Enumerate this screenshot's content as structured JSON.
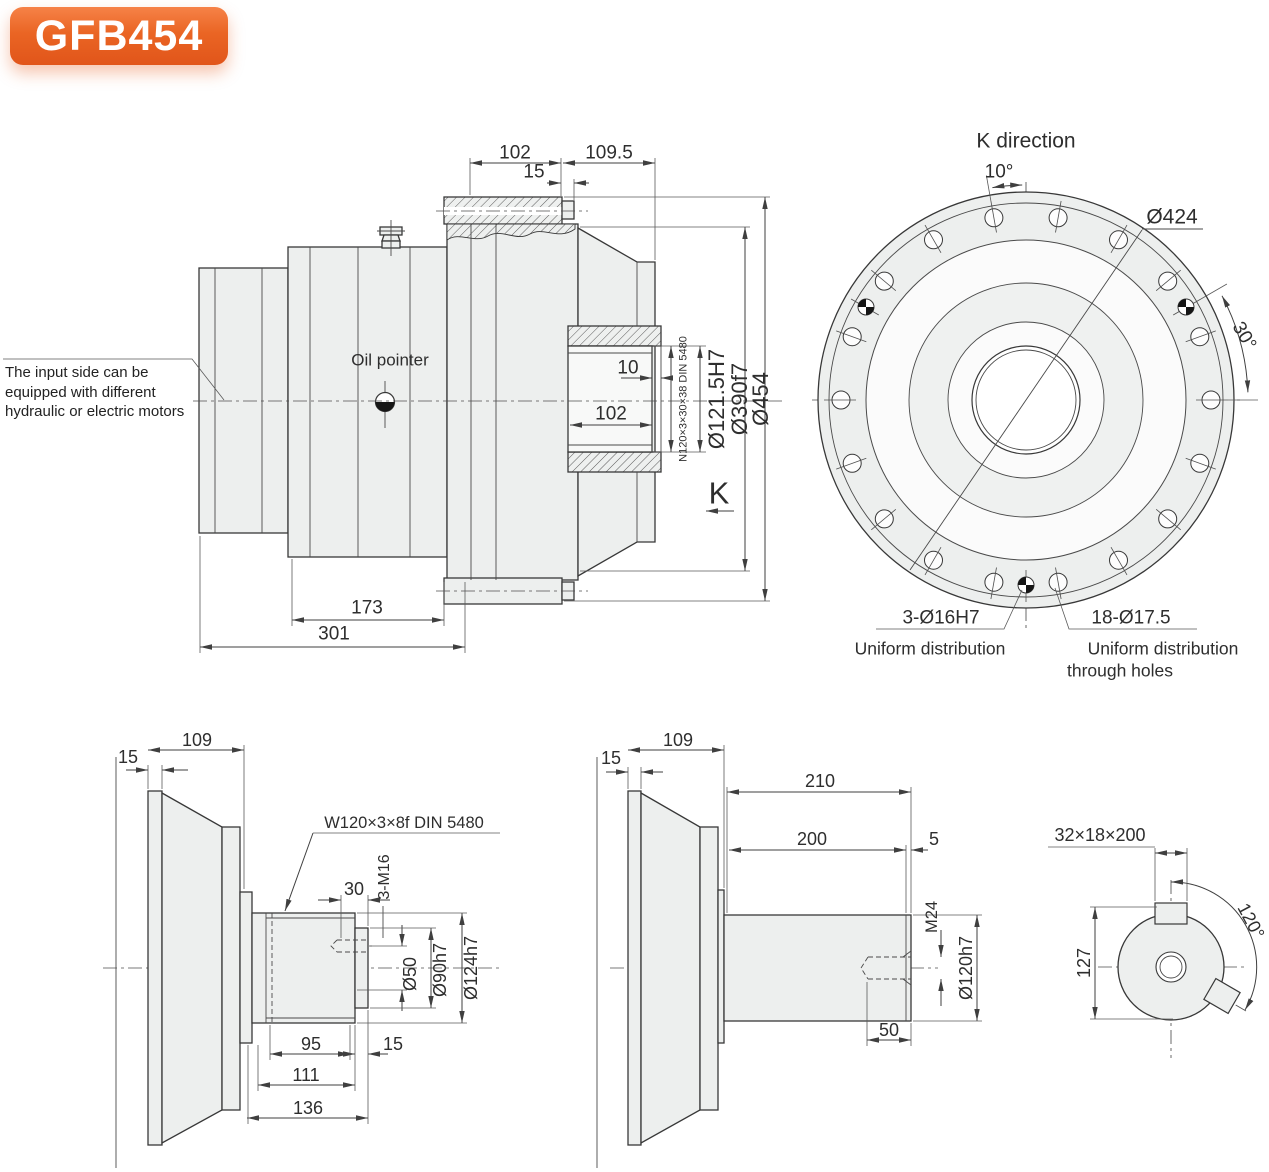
{
  "badge": {
    "label": "GFB454"
  },
  "main_view": {
    "note1": "The input side can be",
    "note2": "equipped with different",
    "note3": "hydraulic or electric motors",
    "oil_pointer": "Oil pointer",
    "k_letter": "K",
    "dim_102_top": "102",
    "dim_15_top": "15",
    "dim_109_5": "109.5",
    "dim_10": "10",
    "dim_102_bore": "102",
    "spline_spec": "N120×3×30×38 DIN 5480",
    "dia_bore": "Ø121.5H7",
    "dia_390": "Ø390f7",
    "dia_454": "Ø454",
    "dim_173": "173",
    "dim_301": "301"
  },
  "k_view": {
    "title": "K direction",
    "angle_10": "10°",
    "dia_424": "Ø424",
    "angle_30": "30°",
    "pin_holes": "3-Ø16H7",
    "pin_note": "Uniform distribution",
    "through_holes": "18-Ø17.5",
    "through_note1": "Uniform distribution",
    "through_note2": "through holes"
  },
  "spline_shaft_view": {
    "dim_15_flange": "15",
    "dim_109": "109",
    "spline_spec": "W120×3×8f DIN 5480",
    "dim_30": "30",
    "thread": "3-M16",
    "dia_50": "Ø50",
    "dia_90": "Ø90h7",
    "dia_124": "Ø124h7",
    "dim_95": "95",
    "dim_15_step": "15",
    "dim_111": "111",
    "dim_136": "136"
  },
  "plain_shaft_view": {
    "dim_15_flange": "15",
    "dim_109": "109",
    "dim_210": "210",
    "dim_200": "200",
    "dim_5": "5",
    "thread": "M24",
    "dia_120": "Ø120h7",
    "dim_50": "50"
  },
  "end_view": {
    "key_spec": "32×18×200",
    "angle_120": "120°",
    "dim_127": "127"
  }
}
